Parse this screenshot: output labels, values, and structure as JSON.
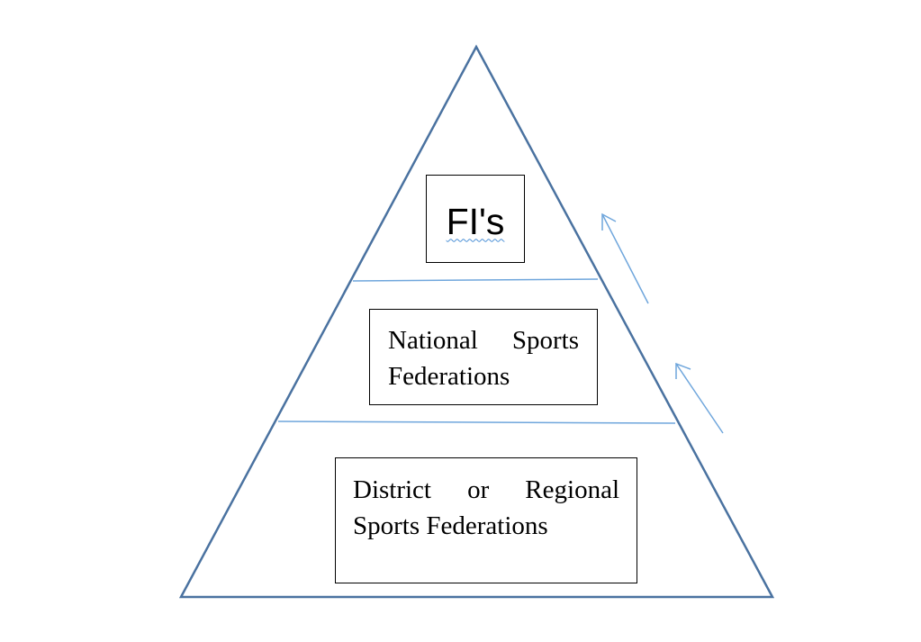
{
  "diagram": {
    "levels": {
      "top": {
        "label": "FI's"
      },
      "middle": {
        "line1": "National Sports",
        "line2": "Federations"
      },
      "bottom": {
        "line1": "District or Regional",
        "line2": "Sports Federations"
      }
    },
    "colors": {
      "triangle_stroke": "#4a72a0",
      "divider_stroke": "#6fa6dc",
      "arrow_stroke": "#6fa6dc",
      "box_border": "#000000",
      "spellcheck_underline": "#4a8fd6"
    }
  }
}
